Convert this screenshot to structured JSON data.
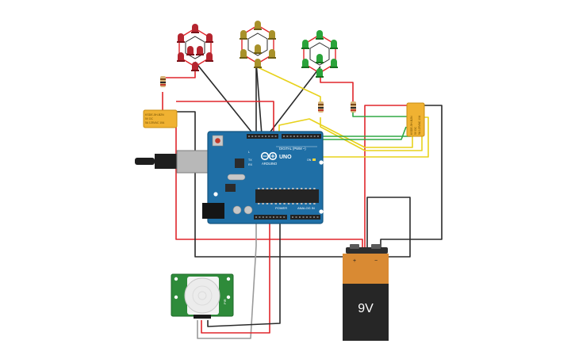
{
  "arduino": {
    "brand": "ARDUINO",
    "model": "UNO",
    "header_digital": "DIGITAL (PWM ~)",
    "header_power": "POWER",
    "header_analog": "ANALOG IN",
    "label_on": "ON",
    "label_tx": "TX",
    "label_rx": "RX",
    "label_l": "L"
  },
  "relay_left": {
    "line1": "KSDE-5H-B2N",
    "line2": "5V DC",
    "line3": "5A 125VAC 10A"
  },
  "relay_right": {
    "line1": "KSDE-5H-B2N",
    "line2": "5V DC",
    "line3": "5A 125VAC 10A"
  },
  "battery": {
    "voltage_label": "9V",
    "plus": "+",
    "minus": "−"
  },
  "pir": {
    "side_label": "PIR"
  },
  "led_groups": [
    {
      "name": "red",
      "color": "#b5252f",
      "dark": "#7a1219"
    },
    {
      "name": "yellow",
      "color": "#a8912a",
      "dark": "#6e5e16"
    },
    {
      "name": "green",
      "color": "#2aa33a",
      "dark": "#17701f"
    }
  ],
  "wire_colors": {
    "red": "#e0262b",
    "black": "#2a2a2a",
    "yellow": "#e8d21c",
    "green": "#31a845",
    "grey": "#9a9a9a"
  }
}
